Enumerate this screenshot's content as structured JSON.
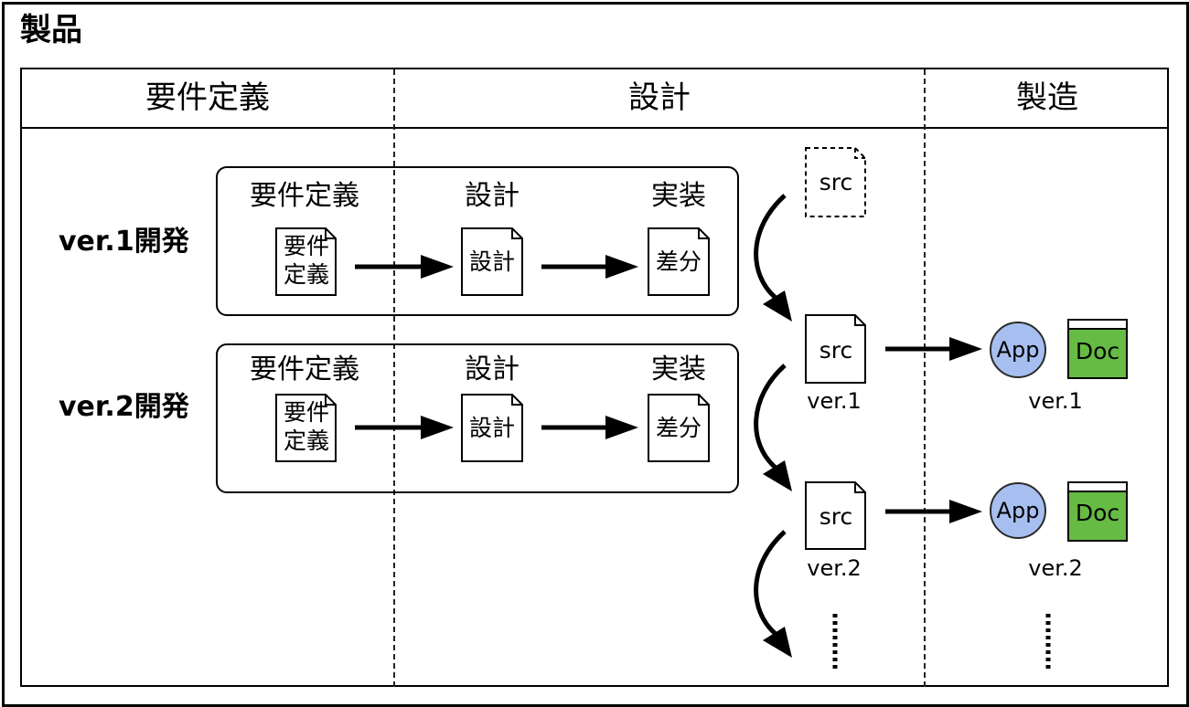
{
  "title": "製品",
  "columns": [
    "要件定義",
    "設計",
    "製造"
  ],
  "rows": [
    {
      "label": "ver.1開発",
      "steps": [
        {
          "label": "要件定義",
          "doc": "要件\n定義"
        },
        {
          "label": "設計",
          "doc": "設計"
        },
        {
          "label": "実装",
          "doc": "差分"
        }
      ]
    },
    {
      "label": "ver.2開発",
      "steps": [
        {
          "label": "要件定義",
          "doc": "要件\n定義"
        },
        {
          "label": "設計",
          "doc": "設計"
        },
        {
          "label": "実装",
          "doc": "差分"
        }
      ]
    }
  ],
  "source": {
    "draft_label": "src",
    "versions": [
      {
        "file": "src",
        "version": "ver.1"
      },
      {
        "file": "src",
        "version": "ver.2"
      }
    ]
  },
  "products": [
    {
      "app": "App",
      "doc": "Doc",
      "version": "ver.1"
    },
    {
      "app": "App",
      "doc": "Doc",
      "version": "ver.2"
    }
  ],
  "colors": {
    "app_fill": "#a7bff0",
    "doc_fill": "#66bb44"
  }
}
